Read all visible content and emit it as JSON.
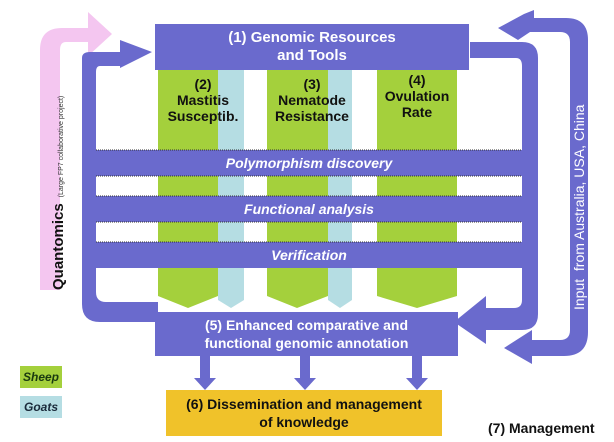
{
  "colors": {
    "purple": "#6a6acd",
    "green": "#a4d03c",
    "lightblue": "#b5dde3",
    "pink": "#f4c6f0",
    "gold": "#f0c22a",
    "white": "#ffffff"
  },
  "box1": {
    "line1": "(1) Genomic Resources",
    "line2": "and Tools"
  },
  "columns": [
    {
      "num": "(2)",
      "line1": "Mastitis",
      "line2": "Susceptib."
    },
    {
      "num": "(3)",
      "line1": "Nematode",
      "line2": "Resistance"
    },
    {
      "num": "(4)",
      "line1": "Ovulation",
      "line2": "Rate"
    }
  ],
  "bands": [
    "Polymorphism discovery",
    "Functional analysis",
    "Verification"
  ],
  "box5": {
    "line1": "(5) Enhanced comparative and",
    "line2": "functional genomic annotation"
  },
  "box6": {
    "line1": "(6) Dissemination and management",
    "line2": "of knowledge"
  },
  "management": "(7) Management",
  "left_arrow": {
    "title": "Quantomics",
    "subtitle": "(Large FP7 collaborative project)"
  },
  "right_arrow": {
    "label": "Input  from Australia, USA, China"
  },
  "legend": [
    {
      "label": "Sheep",
      "color": "#a4d03c"
    },
    {
      "label": "Goats",
      "color": "#b5dde3"
    }
  ]
}
